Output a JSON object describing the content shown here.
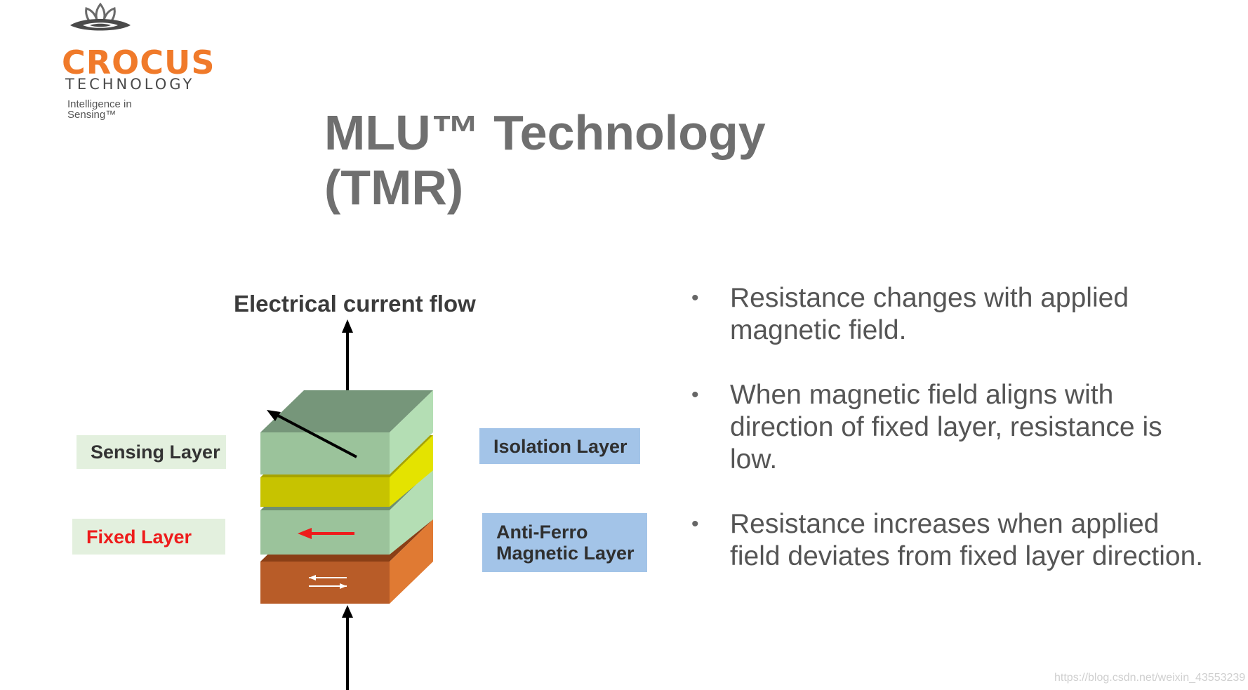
{
  "logo": {
    "brand": "CROCUS",
    "subtitle": "TECHNOLOGY",
    "tagline": "Intelligence in Sensing™",
    "mark_icon": "lotus-flower-icon",
    "colors": {
      "brand": "#f07a2a",
      "mark": "#4a4a4a"
    }
  },
  "title": {
    "line1": "MLU™ Technology",
    "line2": "(TMR)"
  },
  "diagram": {
    "flow_label": "Electrical current flow",
    "labels": {
      "sensing": "Sensing Layer",
      "fixed": "Fixed Layer",
      "isolation": "Isolation Layer",
      "afm_line1": "Anti-Ferro",
      "afm_line2": "Magnetic Layer"
    },
    "colors": {
      "sensing_layer": "#9bc39b",
      "isolation_layer": "#c7c300",
      "fixed_layer": "#9bc39b",
      "afm_layer": "#b85c28",
      "fixed_arrow": "#ee1b1b"
    }
  },
  "bullets": [
    {
      "line1": "Resistance changes with applied",
      "line2": "magnetic field.",
      "line3": ""
    },
    {
      "line1": "When magnetic field aligns with",
      "line2": "direction of fixed layer, resistance is",
      "line3": "low."
    },
    {
      "line1": "Resistance increases when applied",
      "line2": "field deviates from fixed layer direction.",
      "line3": ""
    }
  ],
  "bullet_symbol": "•",
  "watermark": "https://blog.csdn.net/weixin_43553239"
}
